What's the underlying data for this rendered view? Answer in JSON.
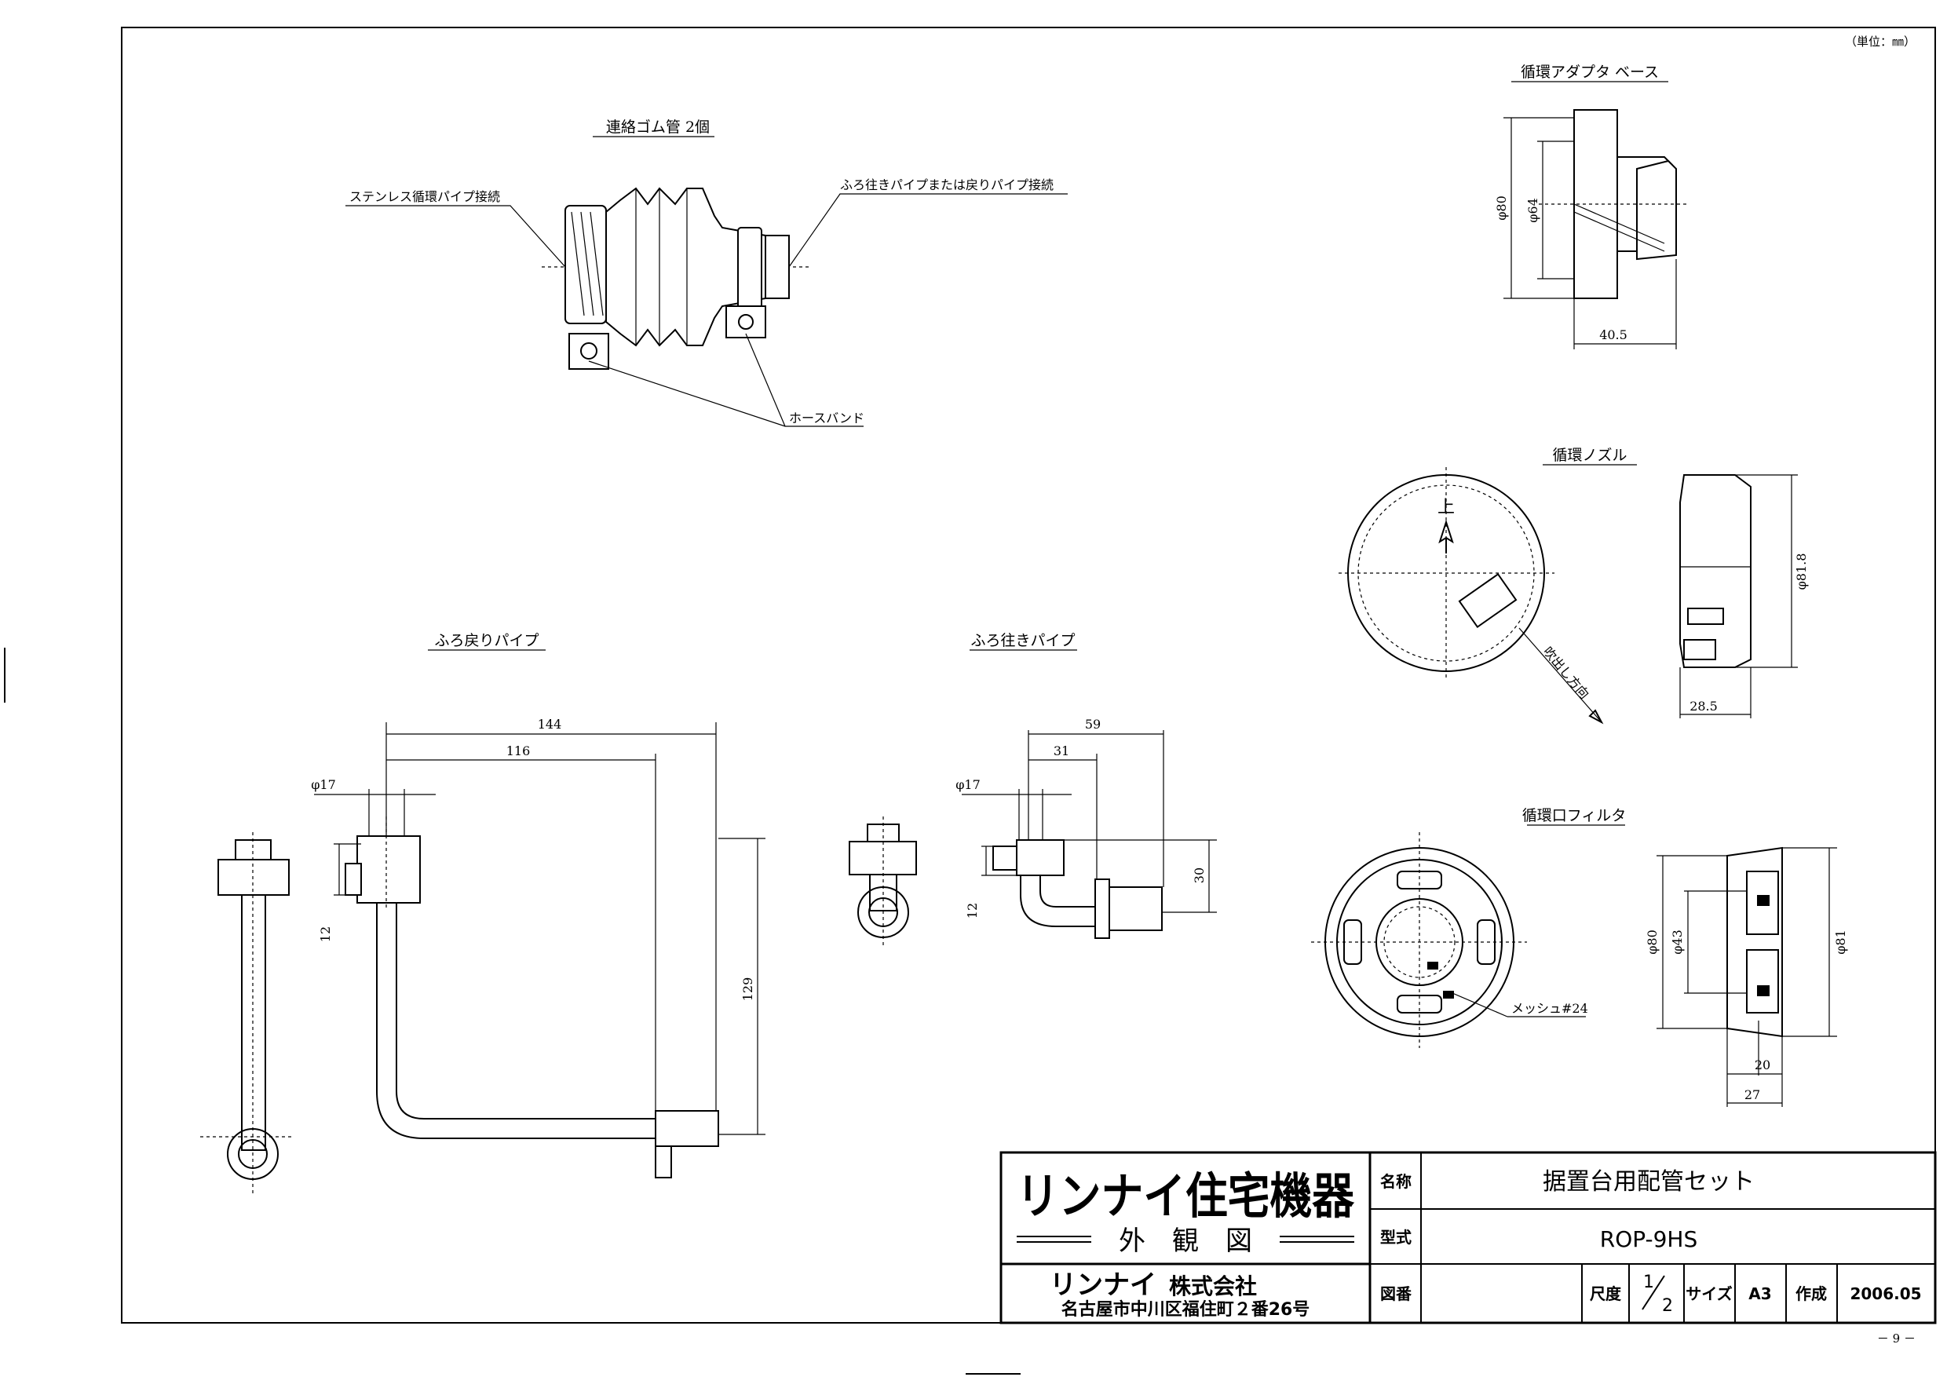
{
  "drawing": {
    "unit_note": "（単位：㎜）",
    "page_number": "－ 9 －",
    "sections": {
      "rubber_tube": {
        "title": "連絡ゴム管 2個",
        "label_left": "ステンレス循環パイプ接続",
        "label_right": "ふろ往きパイプまたは戻りパイプ接続",
        "label_band": "ホースバンド"
      },
      "adapter_base": {
        "title": "循環アダプタ ベース",
        "dim_outer": "φ80",
        "dim_inner": "φ64",
        "dim_depth": "40.5"
      },
      "nozzle": {
        "title": "循環ノズル",
        "mark_up": "上",
        "direction_label": "吹出し方向",
        "dim_diameter": "φ81.8",
        "dim_depth": "28.5"
      },
      "filter": {
        "title": "循環口フィルタ",
        "mesh_label": "メッシュ#24",
        "dim_outer": "φ80",
        "dim_inner": "φ43",
        "dim_diameter": "φ81",
        "dim_20": "20",
        "dim_27": "27"
      },
      "return_pipe": {
        "title": "ふろ戻りパイプ",
        "dim_144": "144",
        "dim_116": "116",
        "dim_phi17": "φ17",
        "dim_12": "12",
        "dim_129": "129"
      },
      "supply_pipe": {
        "title": "ふろ往きパイプ",
        "dim_59": "59",
        "dim_31": "31",
        "dim_phi17": "φ17",
        "dim_12": "12",
        "dim_30": "30"
      }
    },
    "title_block": {
      "company_logo": "リンナイ住宅機器",
      "view_type": "外　観　図",
      "company_name_brand": "リンナイ",
      "company_name_suffix": "株式会社",
      "company_address": "名古屋市中川区福住町２番26号",
      "label_name": "名称",
      "value_name": "据置台用配管セット",
      "label_model": "型式",
      "value_model": "ROP-9HS",
      "label_drawing_no": "図番",
      "value_drawing_no": "",
      "label_scale": "尺度",
      "scale_numerator": "1",
      "scale_denominator": "2",
      "label_size": "サイズ",
      "value_size": "A3",
      "label_created": "作成",
      "value_created": "2006.05"
    }
  }
}
